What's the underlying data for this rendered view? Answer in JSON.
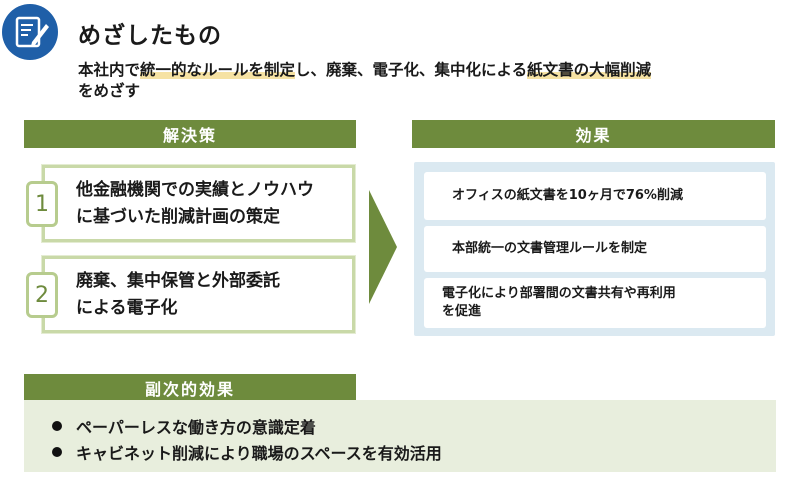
{
  "header": {
    "icon": "document-edit-icon",
    "accent_color": "#1f5fa8",
    "title": "めざしたもの",
    "description_parts": [
      {
        "text": "本社内で",
        "highlight": false
      },
      {
        "text": "統一的なルールを制定",
        "highlight": true
      },
      {
        "text": "し、廃棄、電子化、集中化による",
        "highlight": false
      },
      {
        "text": "紙文書の大幅削減",
        "highlight": true
      }
    ],
    "description_line2": "をめざす"
  },
  "solutions": {
    "heading": "解決策",
    "items": [
      {
        "number": "1",
        "line1": "他金融機関での実績とノウハウ",
        "line2": "に基づいた削減計画の策定"
      },
      {
        "number": "2",
        "line1": "廃棄、集中保管と外部委託",
        "line2": "による電子化"
      }
    ]
  },
  "effects": {
    "heading": "効果",
    "items": [
      {
        "line1": "オフィスの紙文書を10ヶ月で76%削減",
        "line2": ""
      },
      {
        "line1": "本部統一の文書管理ルールを制定",
        "line2": ""
      },
      {
        "line1": "電子化により部署間の文書共有や再利用",
        "line2": "を促進"
      }
    ]
  },
  "side_effects": {
    "heading": "副次的効果",
    "items": [
      "ペーパーレスな働き方の意識定着",
      "キャビネット削減により職場のスペースを有効活用"
    ]
  },
  "colors": {
    "section_green": "#6e8b3d",
    "card_border": "#c9d9a8",
    "effects_bg": "#dbe9f1",
    "side_bg": "#e8eedd",
    "highlight": "#f6e2a3"
  }
}
